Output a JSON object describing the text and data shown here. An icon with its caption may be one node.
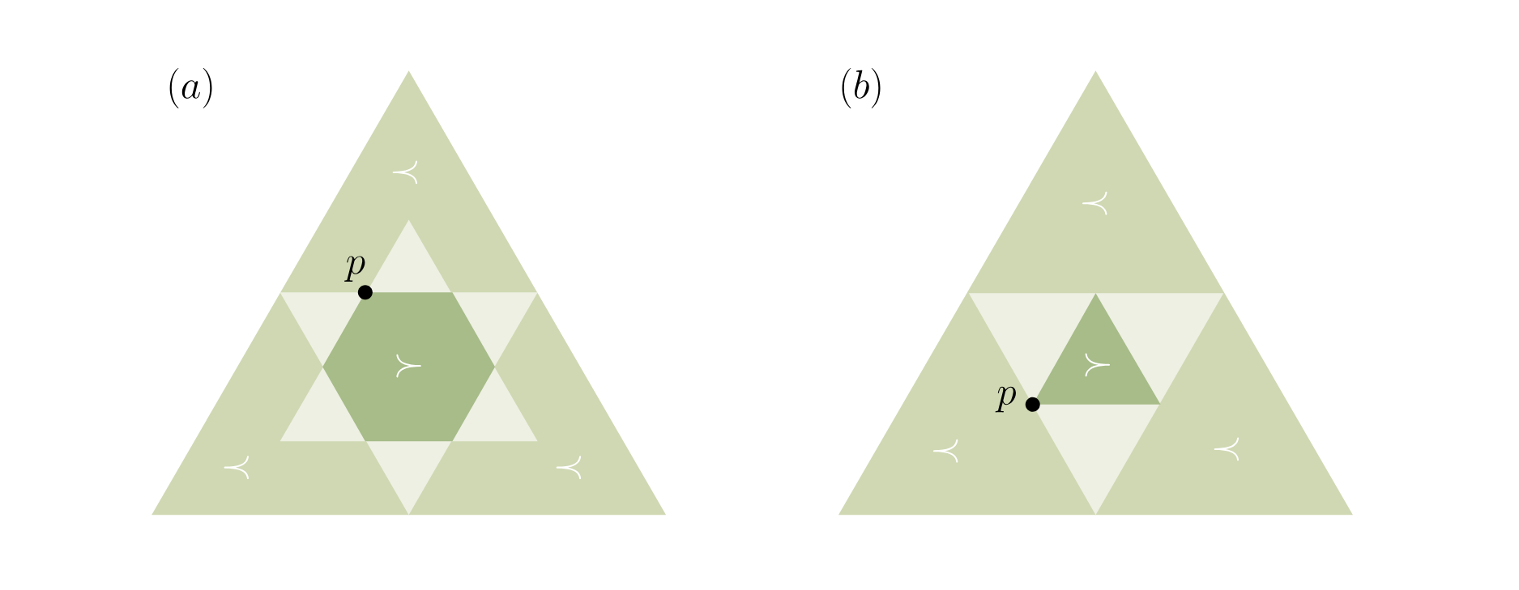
{
  "diagram": {
    "nodes": [
      {
        "text": [
          "\\prec",
          "\\prec",
          "\\prec"
        ]
      },
      {
        "text": [
          "\\succ"
        ],
        "in": 0
      },
      {
        "text": [
          "\\prec",
          "\\prec",
          "\\prec"
        ]
      },
      {
        "text": [
          "\\succ"
        ],
        "in": 2
      }
    ],
    "labels": [
      "(a)",
      "p",
      "(b)",
      "p"
    ]
  }
}
